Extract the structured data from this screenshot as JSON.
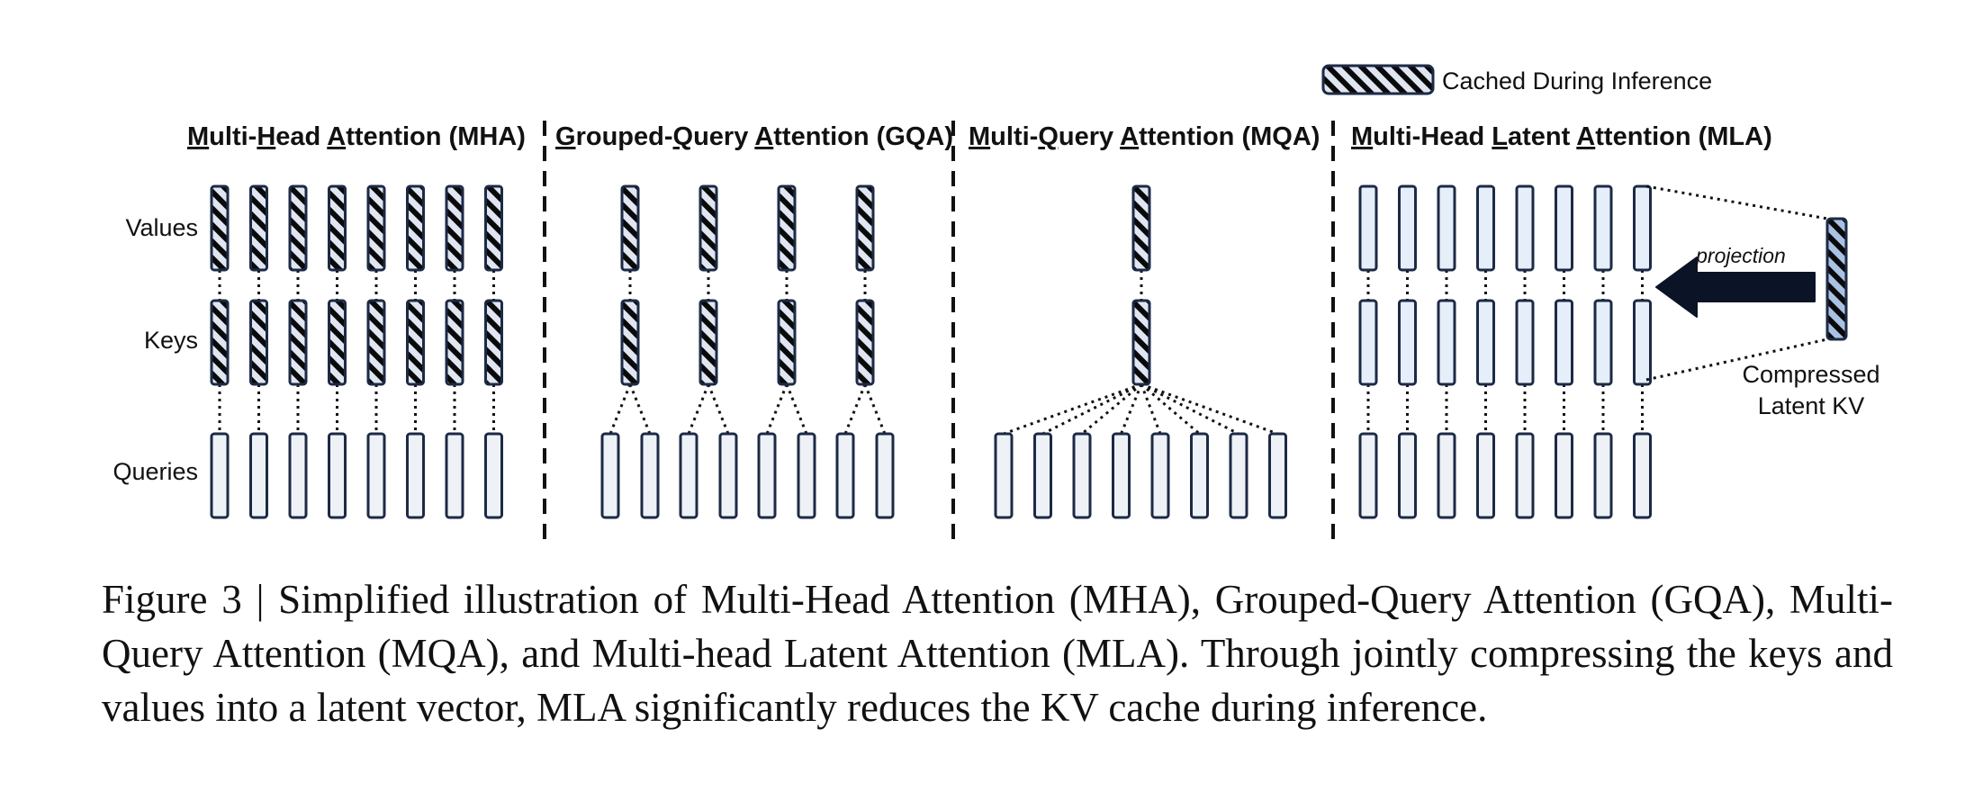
{
  "legend": {
    "label": "Cached During Inference"
  },
  "panels": [
    {
      "key": "mha",
      "title": "Multi-Head Attention (MHA)",
      "underline": [
        0,
        6,
        11
      ]
    },
    {
      "key": "gqa",
      "title": "Grouped-Query Attention (GQA)",
      "underline": [
        0,
        8,
        14
      ]
    },
    {
      "key": "mqa",
      "title": "Multi-Query Attention (MQA)",
      "underline": [
        0,
        6,
        12
      ]
    },
    {
      "key": "mla",
      "title": "Multi-Head Latent Attention (MLA)",
      "underline": [
        0,
        11,
        18
      ]
    }
  ],
  "row_labels": {
    "values": "Values",
    "keys": "Keys",
    "queries": "Queries"
  },
  "mla": {
    "projection_label": "projection",
    "latent_label_line1": "Compressed",
    "latent_label_line2": "Latent KV"
  },
  "caption": "Figure 3 | Simplified illustration of Multi-Head Attention (MHA), Grouped-Query Attention (GQA), Multi-Query Attention (MQA), and Multi-head Latent Attention (MLA). Through jointly compressing the keys and values into a latent vector, MLA significantly reduces the KV cache during inference.",
  "colors": {
    "outline": "#1c2a45",
    "cached_fill": "#dfe6f1",
    "uncached_fill": "#e6eef9",
    "query_fill": "#eef1f6",
    "latent_fill": "#a9c2e3",
    "stripe": "#0a0a0a"
  }
}
